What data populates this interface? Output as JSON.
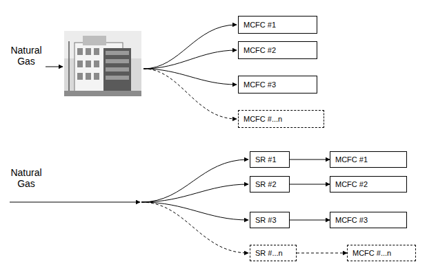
{
  "diagram": {
    "nodes": [
      {
        "text": [
          "MCFC #1"
        ]
      },
      {
        "text": [
          "MCFC #2"
        ]
      },
      {
        "text": [
          "MCFC #3"
        ]
      },
      {
        "text": [
          "MCFC #...n"
        ]
      },
      {
        "text": [
          "SR #1"
        ]
      },
      {
        "text": [
          "MCFC #1"
        ]
      },
      {
        "text": [
          "SR #2"
        ]
      },
      {
        "text": [
          "MCFC #2"
        ]
      },
      {
        "text": [
          "SR #3"
        ]
      },
      {
        "text": [
          "MCFC #3"
        ]
      },
      {
        "text": [
          "SR #...n"
        ]
      },
      {
        "text": [
          "MCFC #...n"
        ]
      }
    ],
    "edges": [
      {
        "from": 4,
        "to": 5,
        "arrow": "to"
      },
      {
        "from": 6,
        "to": 7,
        "arrow": "to"
      },
      {
        "from": 8,
        "to": 9,
        "arrow": "to"
      },
      {
        "from": 10,
        "to": 11,
        "arrow": "to"
      }
    ],
    "labels": [
      "Natural Gas",
      "Natural Gas"
    ]
  }
}
